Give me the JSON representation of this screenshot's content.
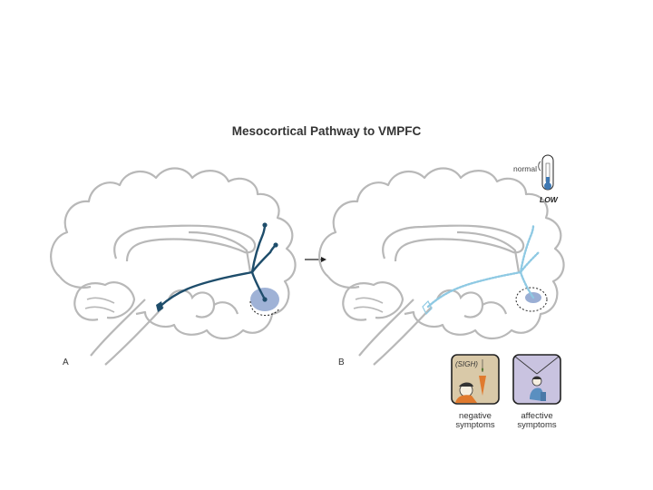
{
  "title": "Mesocortical Pathway to VMPFC",
  "panels": {
    "a_label": "A",
    "b_label": "B"
  },
  "thermometer": {
    "normal_label": "normal",
    "low_label": "LOW"
  },
  "symptoms": [
    {
      "caption_line1": "negative",
      "caption_line2": "symptoms",
      "speech": "(SIGH)"
    },
    {
      "caption_line1": "affective",
      "caption_line2": "symptoms"
    }
  ],
  "colors": {
    "outline": "#b8b8b8",
    "pathway": "#1e4d6b",
    "pathway_dim": "#8ec9e3",
    "vmpfc_fill": "#9aaed4",
    "box_fill_1": "#d9c9a8",
    "box_fill_2": "#c9c3e0"
  }
}
